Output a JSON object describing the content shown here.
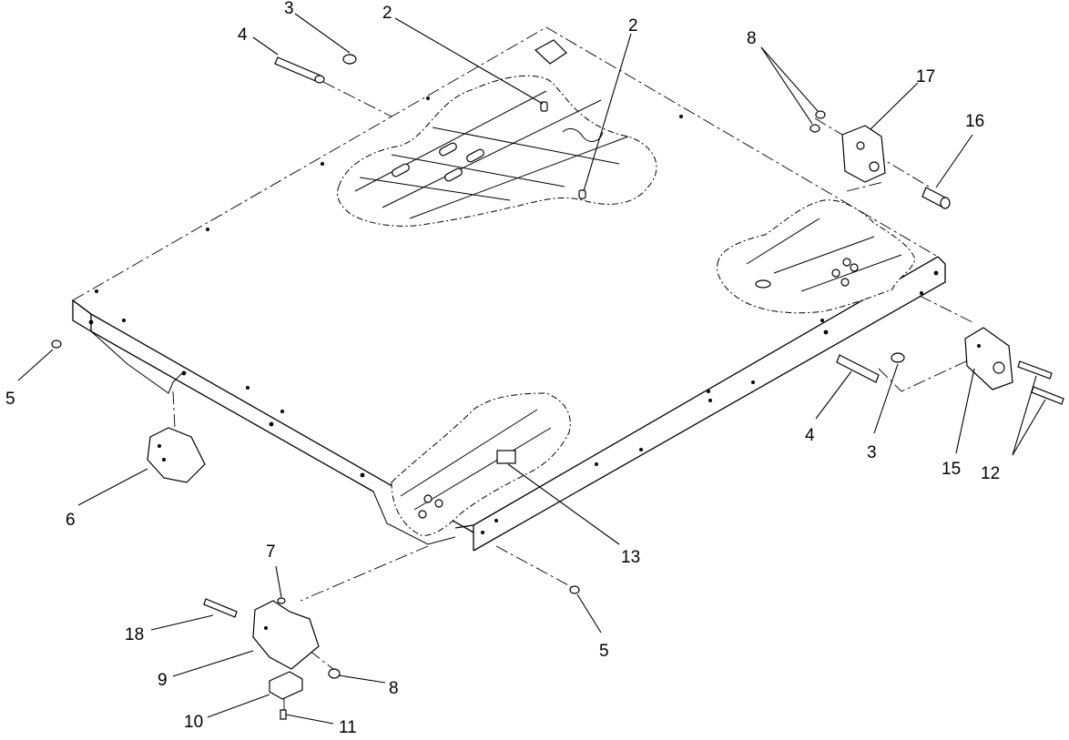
{
  "callouts": [
    {
      "id": "c2a",
      "text": "2"
    },
    {
      "id": "c2b",
      "text": "2"
    },
    {
      "id": "c3a",
      "text": "3"
    },
    {
      "id": "c4a",
      "text": "4"
    },
    {
      "id": "c8a",
      "text": "8"
    },
    {
      "id": "c17",
      "text": "17"
    },
    {
      "id": "c16",
      "text": "16"
    },
    {
      "id": "c5a",
      "text": "5"
    },
    {
      "id": "c6",
      "text": "6"
    },
    {
      "id": "c4b",
      "text": "4"
    },
    {
      "id": "c3b",
      "text": "3"
    },
    {
      "id": "c15",
      "text": "15"
    },
    {
      "id": "c12",
      "text": "12"
    },
    {
      "id": "c13",
      "text": "13"
    },
    {
      "id": "c7",
      "text": "7"
    },
    {
      "id": "c5b",
      "text": "5"
    },
    {
      "id": "c18",
      "text": "18"
    },
    {
      "id": "c9",
      "text": "9"
    },
    {
      "id": "c8b",
      "text": "8"
    },
    {
      "id": "c10",
      "text": "10"
    },
    {
      "id": "c11",
      "text": "11"
    }
  ]
}
